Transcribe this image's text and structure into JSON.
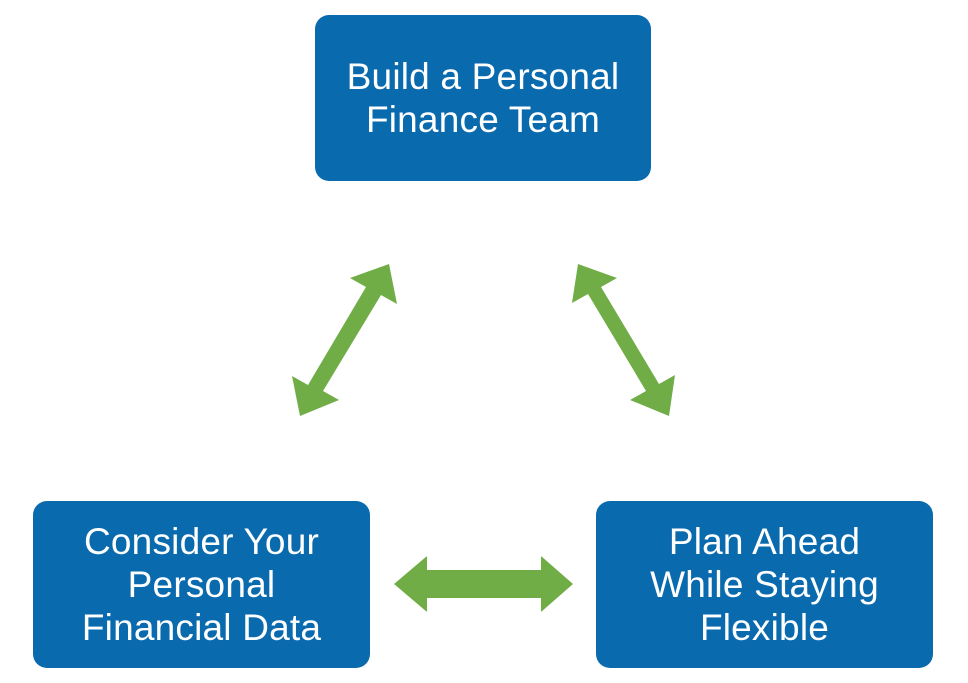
{
  "colors": {
    "node_fill": "#0a6aae",
    "node_text": "#ffffff",
    "arrow_fill": "#70ad47"
  },
  "nodes": {
    "top": {
      "label": "Build a Personal\nFinance Team"
    },
    "left": {
      "label": "Consider Your\nPersonal\nFinancial Data"
    },
    "right": {
      "label": "Plan Ahead\nWhile Staying\nFlexible"
    }
  },
  "connections": [
    {
      "from": "top",
      "to": "left",
      "type": "double-arrow"
    },
    {
      "from": "top",
      "to": "right",
      "type": "double-arrow"
    },
    {
      "from": "left",
      "to": "right",
      "type": "double-arrow"
    }
  ]
}
